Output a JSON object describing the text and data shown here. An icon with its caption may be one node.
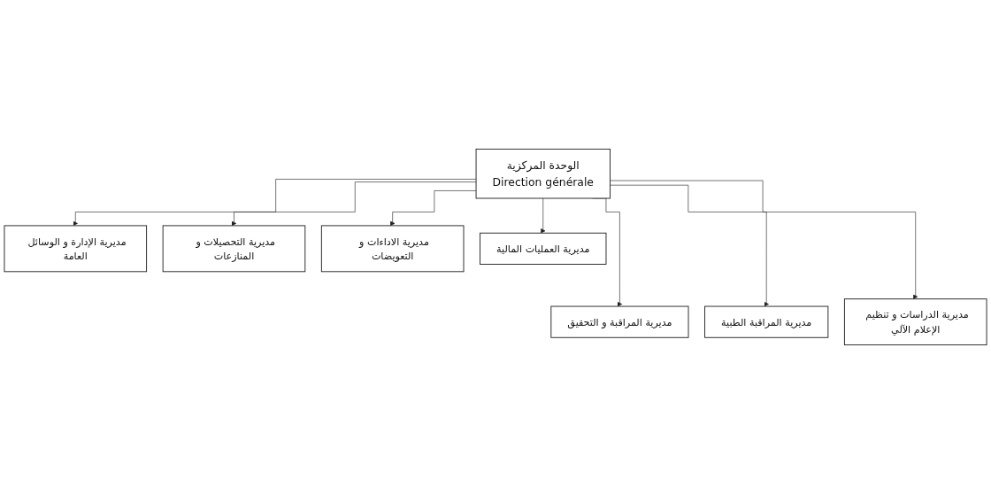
{
  "diagram": {
    "nodes": [
      {
        "text": [
          "الوحدة المركزية",
          "Direction générale"
        ]
      },
      {
        "text": [
          "مديرية الإدارة و الوسائل العامة"
        ]
      },
      {
        "text": [
          "مديرية التحصيلات و المنازعات"
        ]
      },
      {
        "text": [
          "مديرية الاداءات و التعويضات"
        ]
      },
      {
        "text": [
          "مديرية العمليات المالية"
        ]
      },
      {
        "text": [
          "مديرية المراقبة و التحقيق"
        ]
      },
      {
        "text": [
          "مديرية المراقبة الطبية"
        ]
      },
      {
        "text": [
          "مديرية الدراسات و تنظيم الإعلام الآلي"
        ]
      }
    ],
    "edges": [
      {
        "from": 0,
        "to": 1,
        "arrow": "to"
      },
      {
        "from": 0,
        "to": 5,
        "arrow": "to"
      },
      {
        "from": 0,
        "to": 2,
        "arrow": "to"
      },
      {
        "from": 0,
        "to": 6,
        "arrow": "to"
      },
      {
        "from": 0,
        "to": 3,
        "arrow": "to"
      },
      {
        "from": 0,
        "to": 7,
        "arrow": "to"
      },
      {
        "from": 0,
        "to": 4,
        "arrow": "to"
      }
    ]
  }
}
